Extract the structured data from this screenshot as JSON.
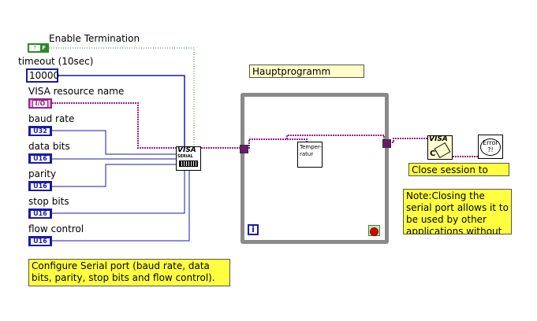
{
  "controls": {
    "enable_termination": {
      "label": "Enable Termination",
      "value": "F",
      "prefix": "?"
    },
    "timeout": {
      "label": "timeout (10sec)",
      "value": "10000"
    },
    "resource": {
      "label": "VISA resource name",
      "value": "I/O"
    },
    "baud_rate": {
      "label": "baud rate",
      "type": "U32"
    },
    "data_bits": {
      "label": "data bits",
      "type": "U16"
    },
    "parity": {
      "label": "parity",
      "type": "U16"
    },
    "stop_bits": {
      "label": "stop bits",
      "type": "U16"
    },
    "flow_control": {
      "label": "flow control",
      "type": "U16"
    }
  },
  "nodes": {
    "visa_serial": {
      "line1": "VISA",
      "line2": "SERIAL"
    },
    "temperatur": {
      "text": "Temper-ratur"
    },
    "visa_close": {
      "line1": "VISA",
      "line2": "C"
    },
    "error": {
      "text": "Error ?!"
    },
    "loop_index": "i"
  },
  "comments": {
    "loop_label": "Hauptprogramm Schleife",
    "close_session": "Close session to port.",
    "note": "Note:Closing the serial port allows it to be used by other applications without",
    "configure": "Configure Serial port (baud rate, data bits, parity, stop bits and flow control)."
  },
  "colors": {
    "numeric_wire": "#1a1aa8",
    "visa_wire": "#9b1f8a",
    "bool_wire": "#2a8a2a",
    "note": "#ffff40",
    "loop": "#8a8a8a"
  }
}
